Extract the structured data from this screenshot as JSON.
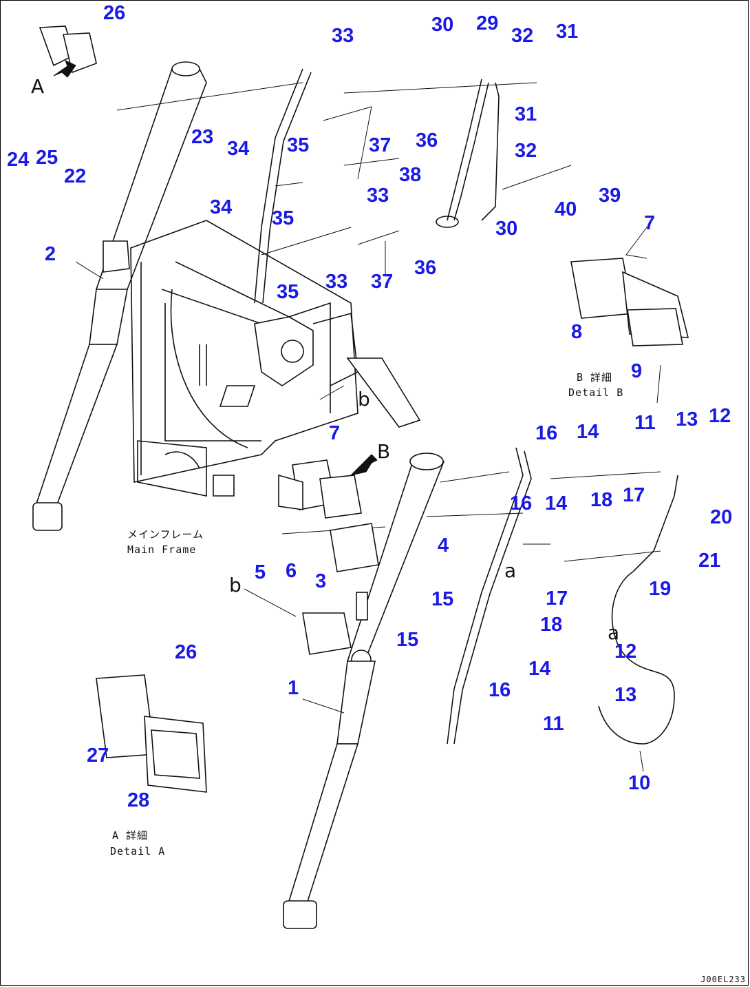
{
  "labels": {
    "p1": "1",
    "p2": "2",
    "p3": "3",
    "p4": "4",
    "p5": "5",
    "p6": "6",
    "p7a": "7",
    "p7b": "7",
    "p8": "8",
    "p9": "9",
    "p10": "10",
    "p11a": "11",
    "p11b": "11",
    "p12a": "12",
    "p12b": "12",
    "p13a": "13",
    "p13b": "13",
    "p14a": "14",
    "p14b": "14",
    "p14c": "14",
    "p15a": "15",
    "p15b": "15",
    "p16a": "16",
    "p16b": "16",
    "p16c": "16",
    "p17a": "17",
    "p17b": "17",
    "p18a": "18",
    "p18b": "18",
    "p19": "19",
    "p20": "20",
    "p21": "21",
    "p22": "22",
    "p23": "23",
    "p24": "24",
    "p25": "25",
    "p26a": "26",
    "p26b": "26",
    "p27": "27",
    "p28": "28",
    "p29": "29",
    "p30a": "30",
    "p30b": "30",
    "p31a": "31",
    "p31b": "31",
    "p32a": "32",
    "p32b": "32",
    "p33a": "33",
    "p33b": "33",
    "p33c": "33",
    "p34a": "34",
    "p34b": "34",
    "p35a": "35",
    "p35b": "35",
    "p35c": "35",
    "p36a": "36",
    "p36b": "36",
    "p37a": "37",
    "p37b": "37",
    "p38": "38",
    "p39": "39",
    "p40": "40"
  },
  "notes": {
    "main_frame_jp": "メインフレーム",
    "main_frame_en": "Main Frame",
    "detail_b_jp": "B 詳細",
    "detail_b_en": "Detail B",
    "detail_a_jp": "A 詳細",
    "detail_a_en": "Detail A"
  },
  "view_markers": {
    "a_upper": "A",
    "b_marker": "B",
    "b_lower_1": "b",
    "b_lower_2": "b",
    "a_lower_1": "a",
    "a_lower_2": "a"
  },
  "drawing_code": "J00EL233",
  "colors": {
    "label": "#1a1ae6",
    "line": "#111111"
  }
}
